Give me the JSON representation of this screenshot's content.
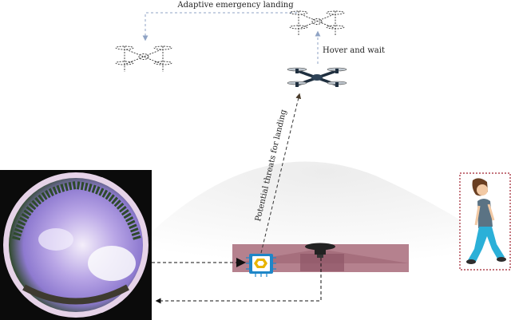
{
  "labels": {
    "adaptive_landing": "Adaptive emergency landing",
    "hover_wait": "Hover and wait",
    "potential_threats": "Potential threats for landing"
  },
  "icons": {
    "drone_active": "quadcopter-icon",
    "drone_ghost": "quadcopter-outline-icon",
    "processor": "processor-chip-icon",
    "camera": "camera-sensor-icon",
    "person": "walking-person-icon",
    "fisheye_view": "fisheye-camera-image"
  },
  "colors": {
    "platform": "#a86b7a",
    "ghost_arrow": "#8fa3c4",
    "chip_border": "#1e86c8",
    "chip_core": "#e8b400",
    "person_box_border": "#a0222f",
    "shirt": "#5b7384",
    "pants": "#2bb0d8"
  }
}
